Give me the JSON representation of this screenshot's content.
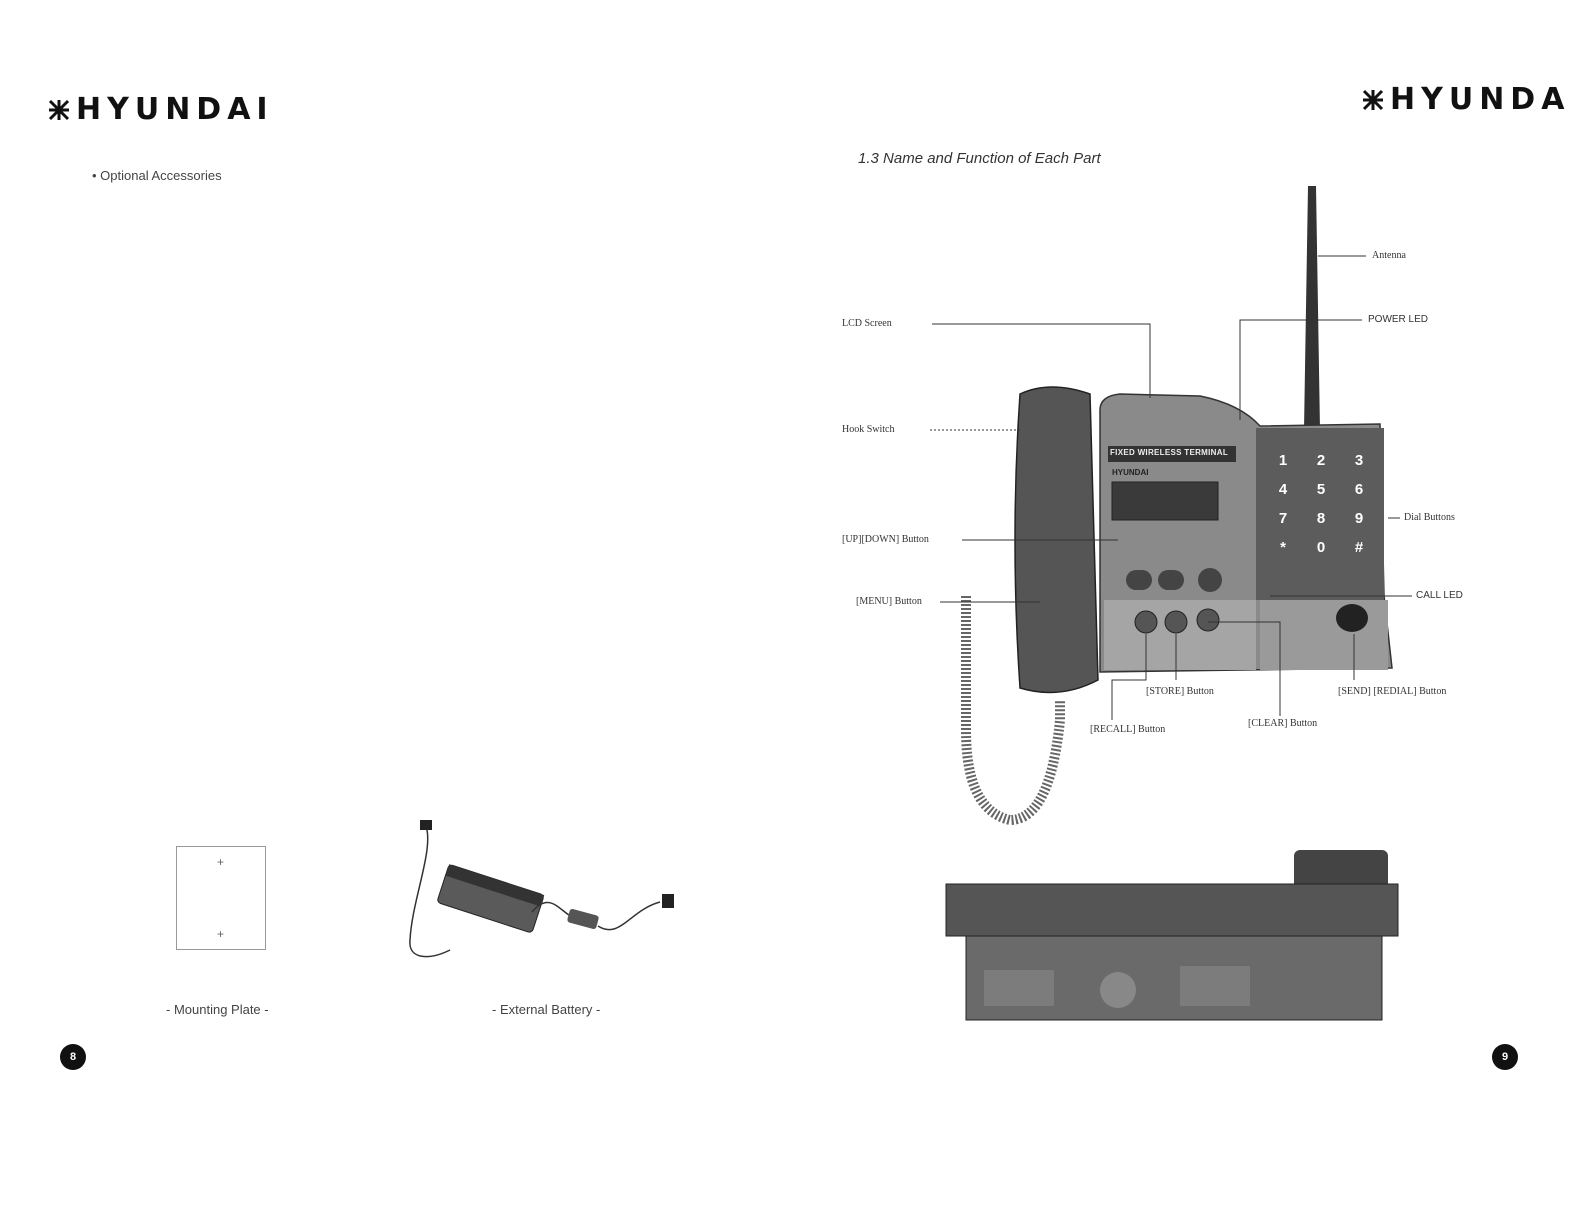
{
  "left_page": {
    "brand": "HYUNDAI",
    "section": "Optional Accessories",
    "mounting_plate_caption": "- Mounting Plate -",
    "external_battery_caption": "- External Battery -",
    "page_number": "8"
  },
  "right_page": {
    "brand": "HYUNDA",
    "title": "1.3 Name and Function of Each Part",
    "callouts": {
      "antenna": "Antenna",
      "power_led": "POWER LED",
      "lcd_screen": "LCD Screen",
      "hook_switch": "Hook Switch",
      "updown_button": "[UP][DOWN] Button",
      "menu_button": "[MENU] Button",
      "dial_buttons": "Dial Buttons",
      "call_led": "CALL LED",
      "store_button": "[STORE] Button",
      "recall_button": "[RECALL] Button",
      "clear_button": "[CLEAR] Button",
      "send_redial_button": "[SEND] [REDIAL] Button"
    },
    "device_label": "FIXED WIRELESS TERMINAL",
    "device_model": "HYUNDAI",
    "keypad": [
      "1",
      "2",
      "3",
      "4",
      "5",
      "6",
      "7",
      "8",
      "9",
      "*",
      "0",
      "#"
    ],
    "page_number": "9"
  },
  "colors": {
    "ink": "#111111",
    "device_body": "#7a7a7a",
    "device_dark": "#4a4a4a",
    "device_light": "#b5b5b5"
  }
}
